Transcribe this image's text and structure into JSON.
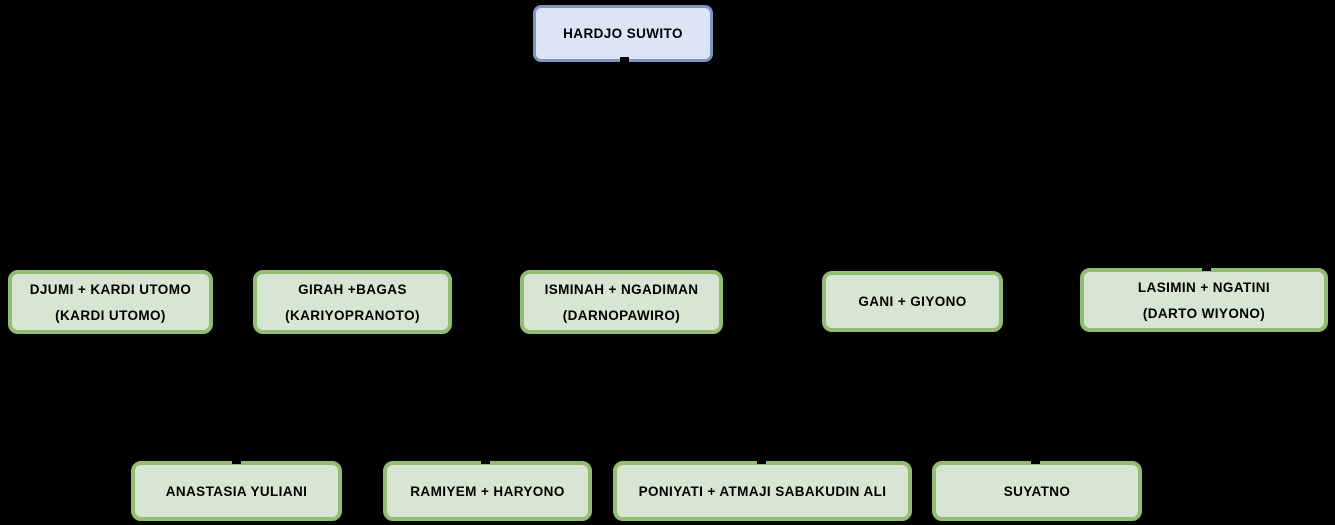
{
  "colors": {
    "background": "#000000",
    "root_fill": "#dbe5f5",
    "root_border": "#7b96c5",
    "node_fill": "#d8e5d3",
    "node_border": "#94bd74",
    "text": "#000000",
    "connector": "#000000"
  },
  "tree": {
    "type": "family-tree-diagram",
    "root": {
      "label": "HARDJO SUWITO"
    },
    "generation2": [
      {
        "label": "DJUMI + KARDI UTOMO",
        "sublabel": "(KARDI UTOMO)"
      },
      {
        "label": "GIRAH +BAGAS",
        "sublabel": "(KARIYOPRANOTO)"
      },
      {
        "label": "ISMINAH + NGADIMAN",
        "sublabel": "(DARNOPAWIRO)"
      },
      {
        "label": "GANI + GIYONO",
        "sublabel": ""
      },
      {
        "label": "LASIMIN + NGATINI",
        "sublabel": "(DARTO WIYONO)"
      }
    ],
    "generation3": [
      {
        "label": "ANASTASIA YULIANI"
      },
      {
        "label": "RAMIYEM + HARYONO"
      },
      {
        "label": "PONIYATI + ATMAJI SABAKUDIN ALI"
      },
      {
        "label": "SUYATNO"
      }
    ]
  }
}
